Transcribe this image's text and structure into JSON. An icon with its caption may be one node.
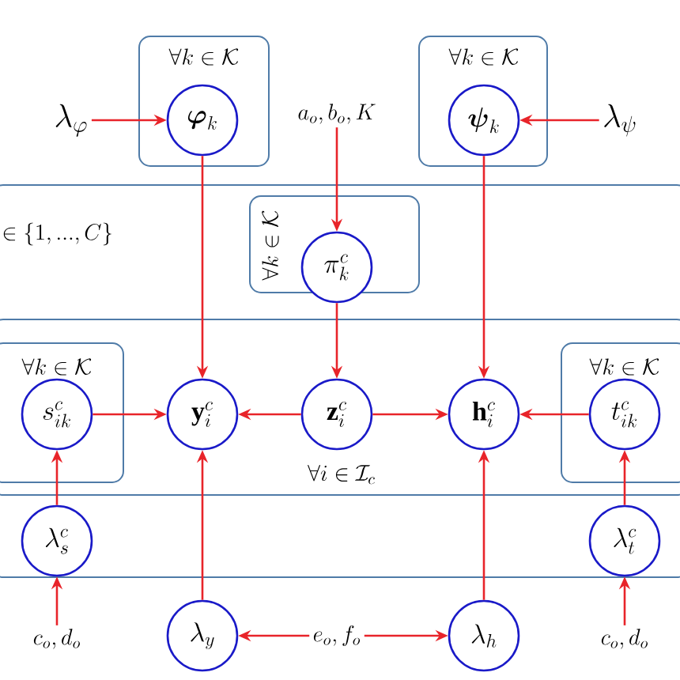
{
  "diagram": {
    "nodes": [
      {
        "text": [
          "\\forall k \\in \\mathcal{K}"
        ]
      },
      {
        "text": [
          "\\boldsymbol{\\varphi}_k"
        ],
        "in": 0
      },
      {
        "text": [
          "\\forall k \\in \\mathcal{K}"
        ]
      },
      {
        "text": [
          "\\boldsymbol{\\psi}_k"
        ],
        "in": 2
      },
      {
        "text": [
          "\\lambda_{\\varphi}"
        ]
      },
      {
        "text": [
          "a_o, b_o, K"
        ]
      },
      {
        "text": [
          "\\lambda_{\\psi}"
        ]
      },
      {
        "text": [
          "\\in \\{1, ..., C\\}"
        ]
      },
      {
        "text": [
          "\\forall k \\in \\mathcal{K}"
        ],
        "in": 7
      },
      {
        "text": [
          "\\pi_k^c"
        ],
        "in": 8
      },
      {
        "text": [
          "\\forall i \\in \\mathcal{I}_c"
        ],
        "in": 7
      },
      {
        "text": [
          "\\forall k \\in \\mathcal{K}"
        ],
        "in": 10
      },
      {
        "text": [
          "s_{ik}^c"
        ],
        "in": 11
      },
      {
        "text": [
          "\\mathbf{y}_i^c"
        ],
        "in": 10
      },
      {
        "text": [
          "\\mathbf{z}_i^c"
        ],
        "in": 10
      },
      {
        "text": [
          "\\mathbf{h}_i^c"
        ],
        "in": 10
      },
      {
        "text": [
          "\\forall k \\in \\mathcal{K}"
        ],
        "in": 10
      },
      {
        "text": [
          "t_{ik}^c"
        ],
        "in": 16
      },
      {
        "text": [
          "\\lambda_s^c"
        ],
        "in": 7
      },
      {
        "text": [
          "\\lambda_t^c"
        ],
        "in": 7
      },
      {
        "text": [
          "c_o, d_o"
        ]
      },
      {
        "text": [
          "\\lambda_y"
        ]
      },
      {
        "text": [
          "e_o, f_o"
        ]
      },
      {
        "text": [
          "\\lambda_h"
        ]
      },
      {
        "text": [
          "c_o, d_o"
        ]
      }
    ],
    "edges": [
      {
        "from": 4,
        "to": 1,
        "arrow": "to"
      },
      {
        "from": 6,
        "to": 3,
        "arrow": "to"
      },
      {
        "from": 5,
        "to": 9,
        "arrow": "to"
      },
      {
        "from": 1,
        "to": 13,
        "arrow": "to"
      },
      {
        "from": 9,
        "to": 14,
        "arrow": "to"
      },
      {
        "from": 3,
        "to": 15,
        "arrow": "to"
      },
      {
        "from": 12,
        "to": 13,
        "arrow": "to"
      },
      {
        "from": 14,
        "to": 13,
        "arrow": "to"
      },
      {
        "from": 14,
        "to": 15,
        "arrow": "to"
      },
      {
        "from": 17,
        "to": 15,
        "arrow": "to"
      },
      {
        "from": 18,
        "to": 12,
        "arrow": "to"
      },
      {
        "from": 19,
        "to": 17,
        "arrow": "to"
      },
      {
        "from": 20,
        "to": 18,
        "arrow": "to"
      },
      {
        "from": 24,
        "to": 19,
        "arrow": "to"
      },
      {
        "from": 21,
        "to": 13,
        "arrow": "to"
      },
      {
        "from": 23,
        "to": 15,
        "arrow": "to"
      },
      {
        "from": 22,
        "to": 21,
        "arrow": "to"
      },
      {
        "from": 22,
        "to": 23,
        "arrow": "to"
      }
    ]
  }
}
